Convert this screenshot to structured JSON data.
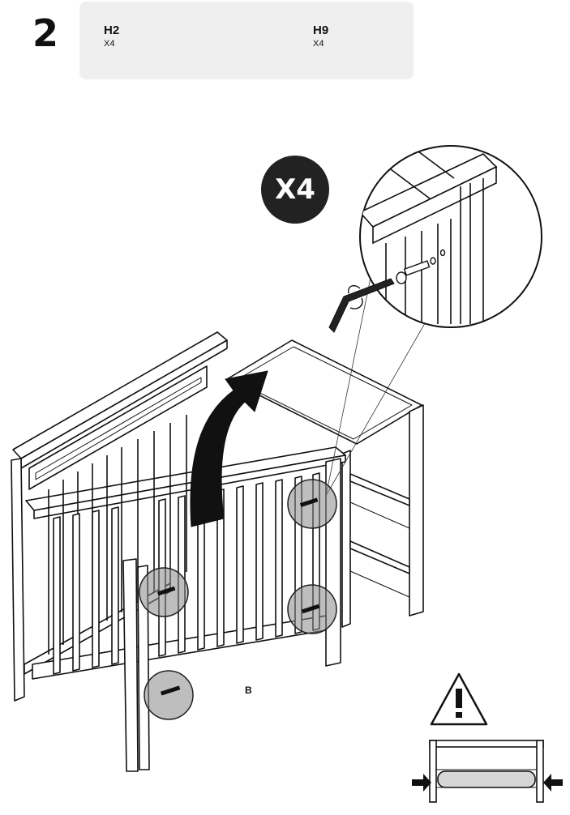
{
  "step": {
    "number": "2"
  },
  "parts": [
    {
      "code": "H2",
      "qty": "X4",
      "icon": "bolt-icon"
    },
    {
      "code": "H9",
      "qty": "X4",
      "icon": "washer-icon"
    }
  ],
  "callout": {
    "quantity_badge": "X4",
    "icon": "zoom-detail-icon"
  },
  "illustration": {
    "panel_label": "B",
    "tool_icon": "allen-key-icon",
    "rotate_icon": "rotate-arrow-icon"
  },
  "warning": {
    "icon": "warning-triangle-icon",
    "diagram_icon": "mattress-fit-icon"
  }
}
